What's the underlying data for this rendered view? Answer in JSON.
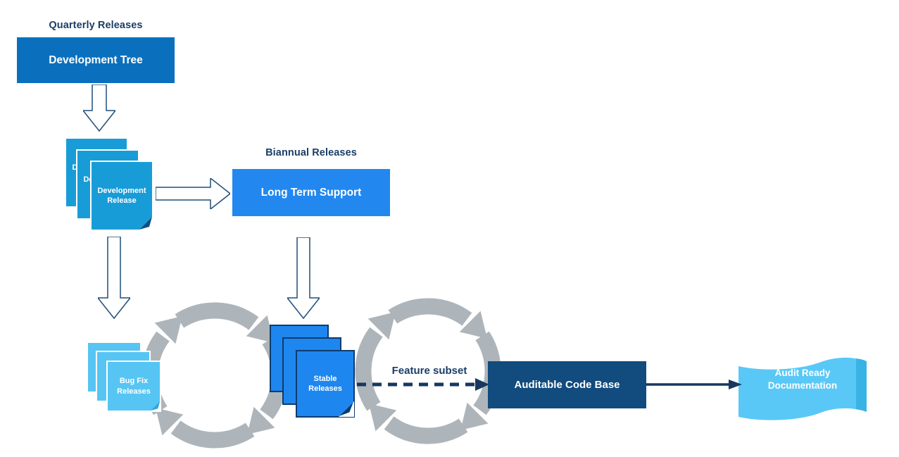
{
  "labels": {
    "quarterly_releases": "Quarterly Releases",
    "biannual_releases": "Biannual Releases",
    "feature_subset": "Feature subset"
  },
  "nodes": {
    "development_tree": "Development Tree",
    "development_release": "Development Release",
    "long_term_support": "Long Term Support",
    "bug_fix_releases": "Bug Fix Releases",
    "stable_releases": "Stable Releases",
    "auditable_code_base": "Auditable Code Base",
    "audit_ready_documentation": "Audit Ready Documentation"
  },
  "colors": {
    "navy_text": "#1A3E66",
    "outline_navy": "#1F4E79",
    "arrow_navy": "#17375E",
    "development_tree_fill": "#0A70BE",
    "development_release_fill": "#189CD8",
    "long_term_support_fill": "#2288F0",
    "bug_fix_fill": "#56C5F4",
    "stable_fill": "#1E86EF",
    "stable_border": "#0D3C6E",
    "auditable_code_base_fill": "#124B7D",
    "flag_fill": "#5AC8F6",
    "flag_edge": "#38B3E4",
    "cycle_gray": "#AEB5BA"
  }
}
